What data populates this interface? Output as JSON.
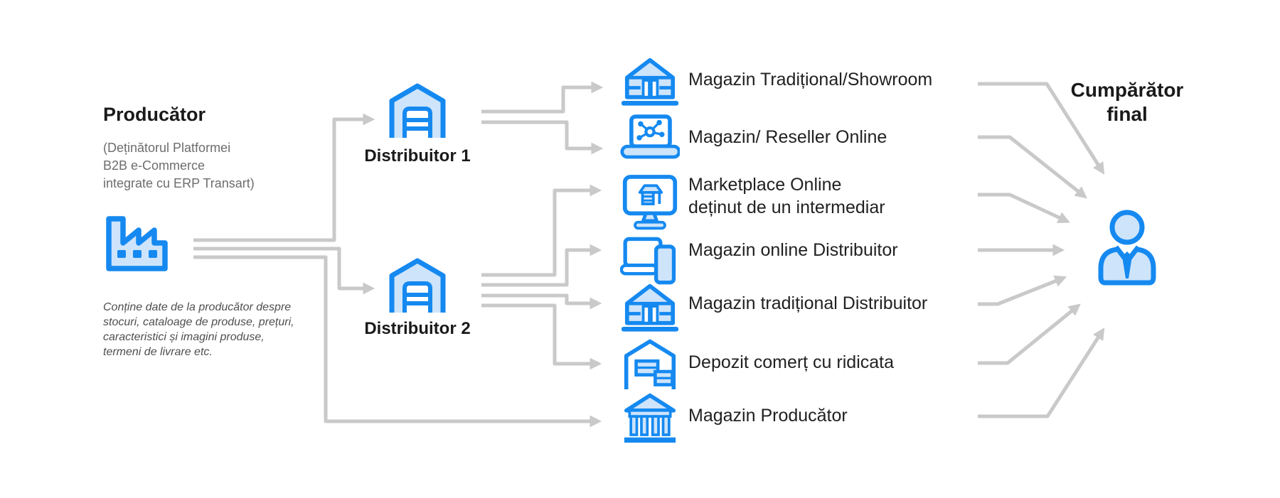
{
  "colors": {
    "icon_stroke": "#1589f0",
    "icon_fill": "#cde4fb",
    "connector_gray": "#c9c9c9",
    "text_dark": "#1a1a1a",
    "text_gray": "#6d6d6d"
  },
  "producer": {
    "title": "Producător",
    "subtitle1": "(Deținătorul Platformei",
    "subtitle2": "B2B e-Commerce",
    "subtitle3": "integrate cu ERP Transart)",
    "caption1": "Conține date de la producător despre",
    "caption2": "stocuri, cataloage de produse, prețuri,",
    "caption3": "caracteristici și imagini produse,",
    "caption4": "termeni de livrare etc.",
    "icon": "factory-icon"
  },
  "distributors": [
    {
      "label": "Distribuitor 1",
      "icon": "warehouse-icon"
    },
    {
      "label": "Distribuitor 2",
      "icon": "warehouse-icon"
    }
  ],
  "channels": [
    {
      "label": "Magazin Tradițional/Showroom",
      "icon": "storefront-icon"
    },
    {
      "label": "Magazin/ Reseller Online",
      "icon": "laptop-network-icon"
    },
    {
      "label1": "Marketplace Online",
      "label2": "deținut de un intermediar",
      "icon": "monitor-shop-icon"
    },
    {
      "label": "Magazin online Distribuitor",
      "icon": "laptop-phone-icon"
    },
    {
      "label": "Magazin tradițional Distribuitor",
      "icon": "storefront-icon"
    },
    {
      "label": "Depozit comerț cu ridicata",
      "icon": "warehouse-boxes-icon"
    },
    {
      "label": "Magazin Producător",
      "icon": "columned-store-icon"
    }
  ],
  "buyer": {
    "title1": "Cumpărător",
    "title2": "final",
    "icon": "person-icon"
  }
}
